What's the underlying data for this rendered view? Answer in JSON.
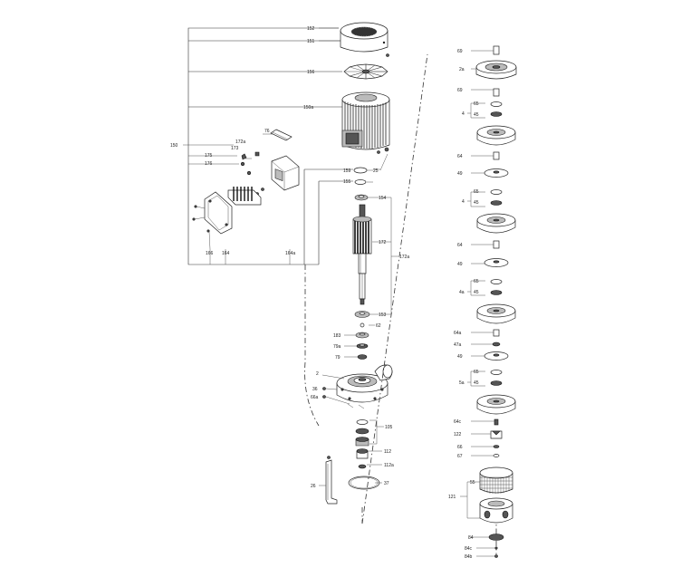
{
  "labels": {
    "l152": "152",
    "l151": "151",
    "l156": "156",
    "l150a": "150a",
    "l150": "150",
    "l172a": "172a",
    "l76": "76",
    "l173": "173",
    "l175": "175",
    "l176": "176",
    "l159": "159",
    "l25": "25",
    "l155": "155",
    "l154": "154",
    "l166": "166",
    "l164": "164",
    "l164a": "164a",
    "l172": "172",
    "l172b": "172a",
    "l153": "153",
    "l62": "62",
    "l183": "183",
    "l79a": "79a",
    "l79": "79",
    "l2": "2",
    "l36": "36",
    "l66a": "66a",
    "l105": "105",
    "l112": "112",
    "l112a": "112a",
    "l37": "37",
    "l26": "26",
    "r69a": "69",
    "r2a": "2a",
    "r69b": "69",
    "r65a": "65",
    "r45a": "45",
    "r4a": "4",
    "r64a": "64",
    "r49a": "49",
    "r65b": "65",
    "r45b": "45",
    "r4b": "4",
    "r64b": "64",
    "r49b": "49",
    "r65c": "65",
    "r45c": "45",
    "r4c": "4a",
    "r64c": "64a",
    "r47a": "47a",
    "r49c": "49",
    "r65d": "65",
    "r45d": "45",
    "r5a": "5a",
    "r64d": "64c",
    "r122": "122",
    "r66": "66",
    "r67": "67",
    "r55": "55",
    "r121": "121",
    "r84": "84",
    "r84c": "84c",
    "r84b": "84b"
  }
}
